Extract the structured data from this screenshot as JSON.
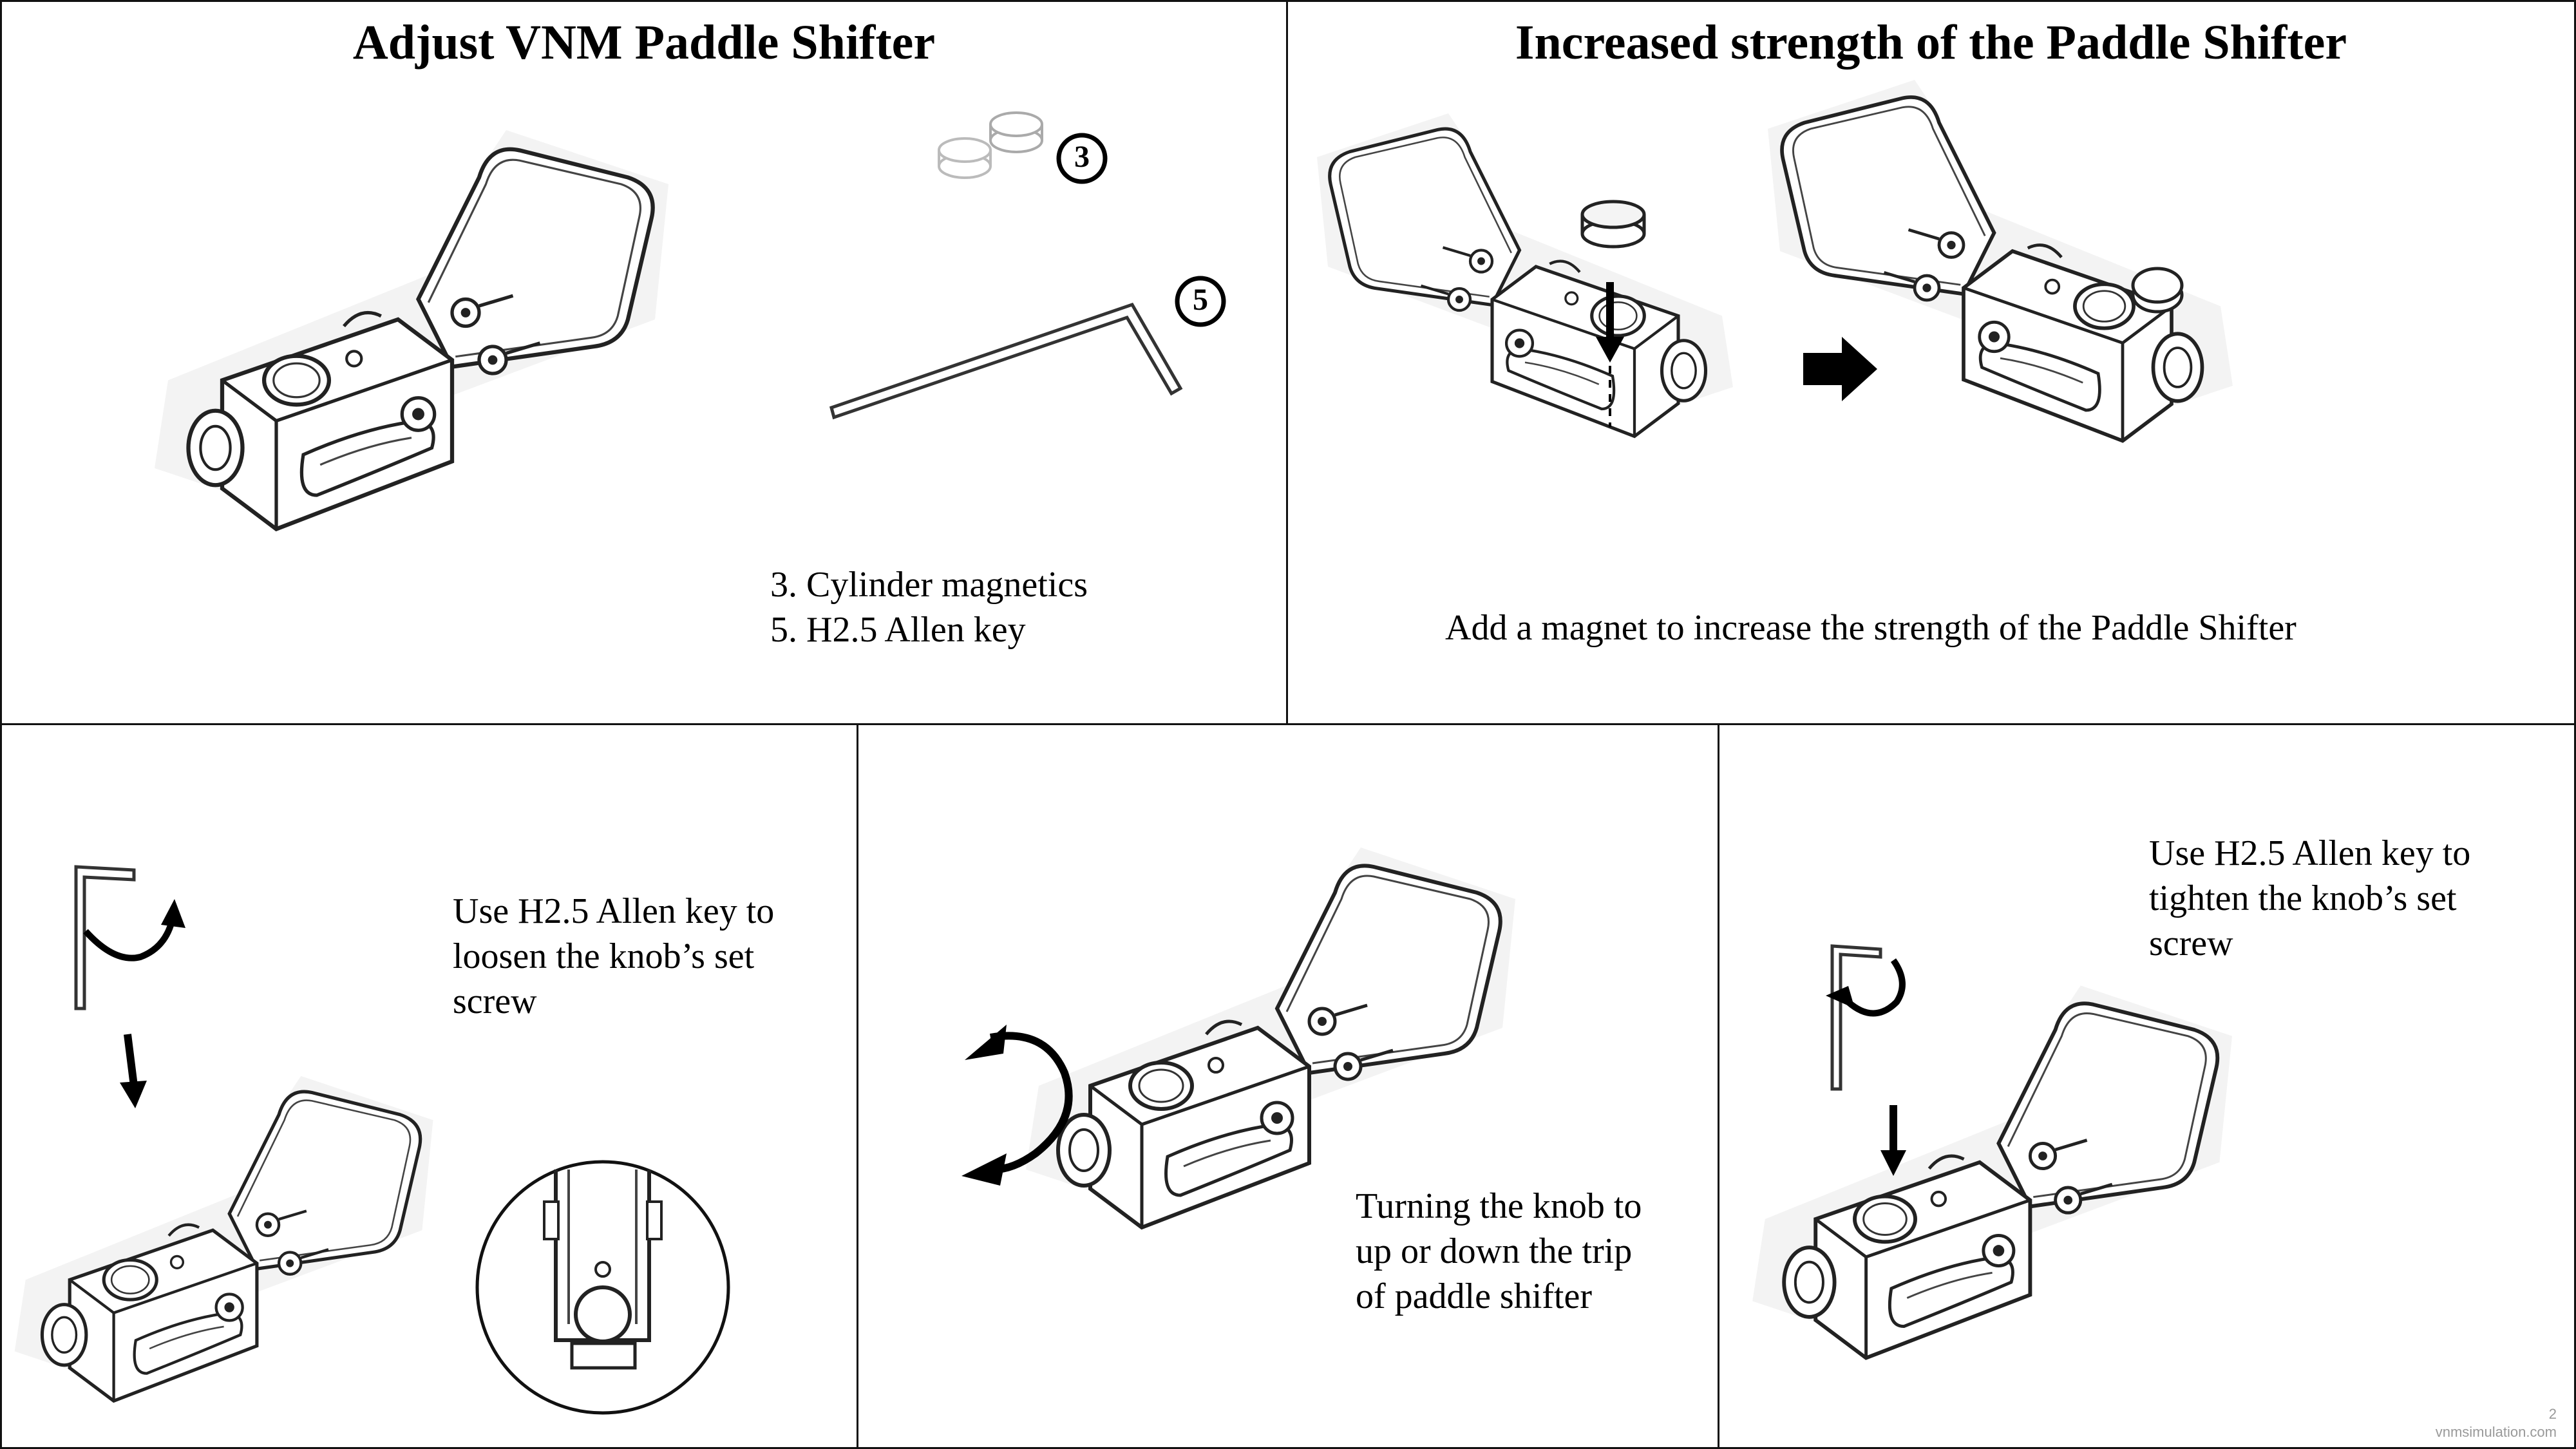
{
  "panel_adjust": {
    "title": "Adjust VNM Paddle Shifter",
    "callout_3": "3",
    "callout_5": "5",
    "parts": [
      "3. Cylinder magnetics",
      "5. H2.5 Allen key"
    ]
  },
  "panel_strength": {
    "title": "Increased strength of the Paddle Shifter",
    "caption": "Add a magnet to increase the strength of the Paddle Shifter"
  },
  "panel_loosen": {
    "caption_lines": [
      "Use H2.5 Allen key  to",
      "loosen the knob’s set",
      "screw"
    ]
  },
  "panel_turn": {
    "caption_lines": [
      "Turning the knob to",
      "up or down the trip",
      "of paddle shifter"
    ]
  },
  "panel_tighten": {
    "caption_lines": [
      "Use H2.5 Allen key  to",
      "tighten the knob’s set",
      "screw"
    ]
  },
  "footer": {
    "page_number": "2",
    "website": "vnmsimulation.com"
  }
}
